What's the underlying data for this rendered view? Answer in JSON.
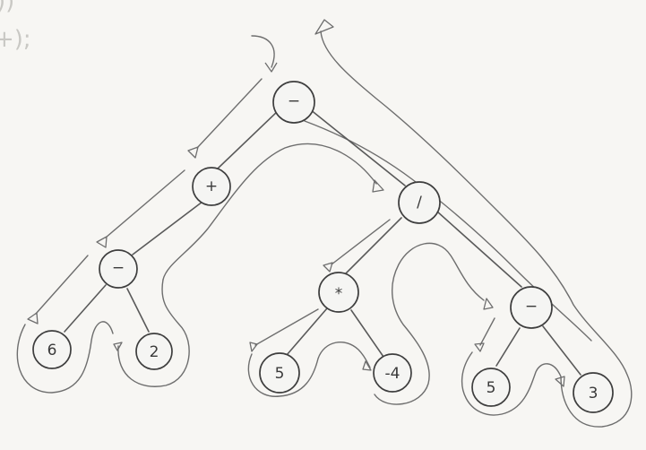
{
  "margin_text": [
    ")) ",
    "+);"
  ],
  "tree": {
    "nodes": [
      {
        "id": "root",
        "label": "−"
      },
      {
        "id": "plus",
        "label": "+"
      },
      {
        "id": "div",
        "label": "/"
      },
      {
        "id": "minus-left",
        "label": "−"
      },
      {
        "id": "mul",
        "label": "*"
      },
      {
        "id": "minus-right",
        "label": "−"
      },
      {
        "id": "leaf-6",
        "label": "6"
      },
      {
        "id": "leaf-2",
        "label": "2"
      },
      {
        "id": "leaf-5a",
        "label": "5"
      },
      {
        "id": "leaf-neg4",
        "label": "-4"
      },
      {
        "id": "leaf-5b",
        "label": "5"
      },
      {
        "id": "leaf-3",
        "label": "3"
      }
    ],
    "edges": [
      [
        "root",
        "plus"
      ],
      [
        "root",
        "div"
      ],
      [
        "plus",
        "minus-left"
      ],
      [
        "minus-left",
        "leaf-6"
      ],
      [
        "minus-left",
        "leaf-2"
      ],
      [
        "div",
        "mul"
      ],
      [
        "div",
        "minus-right"
      ],
      [
        "mul",
        "leaf-5a"
      ],
      [
        "mul",
        "leaf-neg4"
      ],
      [
        "minus-right",
        "leaf-5b"
      ],
      [
        "minus-right",
        "leaf-3"
      ]
    ]
  },
  "style": {
    "ink": "#3e3e3e",
    "traversal_ink": "#6e6e6e",
    "paper": "#f7f6f3"
  }
}
